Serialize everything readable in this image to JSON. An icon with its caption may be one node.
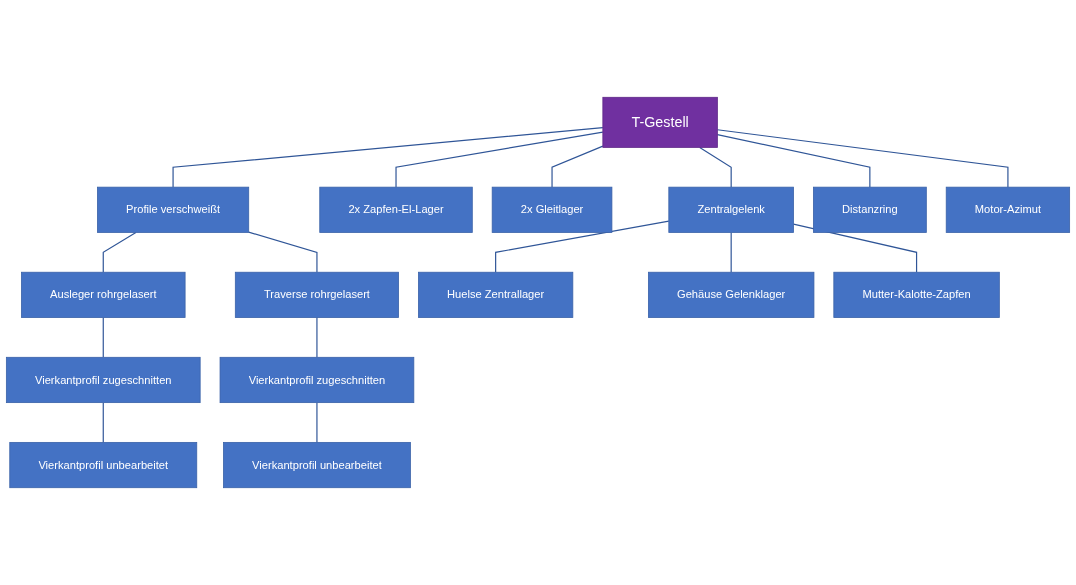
{
  "diagram": {
    "nodes": [
      {
        "text": [
          "T-Gestell"
        ]
      },
      {
        "text": [
          "Profile verschweißt"
        ]
      },
      {
        "text": [
          "2x Zapfen-El-Lager"
        ]
      },
      {
        "text": [
          "2x Gleitlager"
        ]
      },
      {
        "text": [
          "Zentralgelenk"
        ]
      },
      {
        "text": [
          "Distanzring"
        ]
      },
      {
        "text": [
          "Motor-Azimut"
        ]
      },
      {
        "text": [
          "Ausleger rohrgelasert"
        ]
      },
      {
        "text": [
          "Traverse rohrgelasert"
        ]
      },
      {
        "text": [
          "Huelse Zentrallager"
        ]
      },
      {
        "text": [
          "Gehäuse Gelenklager"
        ]
      },
      {
        "text": [
          "Mutter-Kalotte-Zapfen"
        ]
      },
      {
        "text": [
          "Vierkantprofil zugeschnitten"
        ]
      },
      {
        "text": [
          "Vierkantprofil zugeschnitten"
        ]
      },
      {
        "text": [
          "Vierkantprofil unbearbeitet"
        ]
      },
      {
        "text": [
          "Vierkantprofil unbearbeitet"
        ]
      }
    ],
    "edges": [
      {
        "from": 0,
        "to": 1,
        "arrow": "none"
      },
      {
        "from": 0,
        "to": 2,
        "arrow": "none"
      },
      {
        "from": 0,
        "to": 3,
        "arrow": "none"
      },
      {
        "from": 0,
        "to": 4,
        "arrow": "none"
      },
      {
        "from": 0,
        "to": 5,
        "arrow": "none"
      },
      {
        "from": 0,
        "to": 6,
        "arrow": "none"
      },
      {
        "from": 1,
        "to": 7,
        "arrow": "none"
      },
      {
        "from": 1,
        "to": 8,
        "arrow": "none"
      },
      {
        "from": 4,
        "to": 9,
        "arrow": "none"
      },
      {
        "from": 4,
        "to": 10,
        "arrow": "none"
      },
      {
        "from": 4,
        "to": 11,
        "arrow": "none"
      },
      {
        "from": 7,
        "to": 12,
        "arrow": "none"
      },
      {
        "from": 8,
        "to": 13,
        "arrow": "none"
      },
      {
        "from": 12,
        "to": 14,
        "arrow": "none"
      },
      {
        "from": 13,
        "to": 15,
        "arrow": "none"
      }
    ]
  }
}
